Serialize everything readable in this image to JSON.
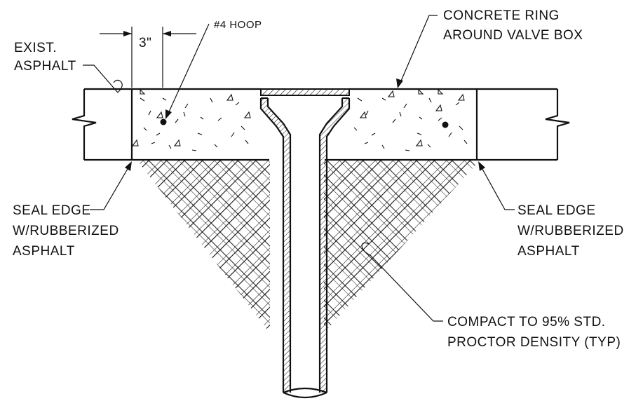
{
  "labels": {
    "dimension": "3\"",
    "hoop": "#4 HOOP",
    "concrete_ring_1": "CONCRETE RING",
    "concrete_ring_2": "AROUND VALVE BOX",
    "exist_asphalt_1": "EXIST.",
    "exist_asphalt_2": "ASPHALT",
    "seal_edge_left_1": "SEAL EDGE",
    "seal_edge_left_2": "W/RUBBERIZED",
    "seal_edge_left_3": "ASPHALT",
    "seal_edge_right_1": "SEAL EDGE",
    "seal_edge_right_2": "W/RUBBERIZED",
    "seal_edge_right_3": "ASPHALT",
    "compact_1": "COMPACT TO 95% STD.",
    "compact_2": "PROCTOR DENSITY (TYP)"
  },
  "colors": {
    "ink": "#111111",
    "background": "#ffffff"
  }
}
